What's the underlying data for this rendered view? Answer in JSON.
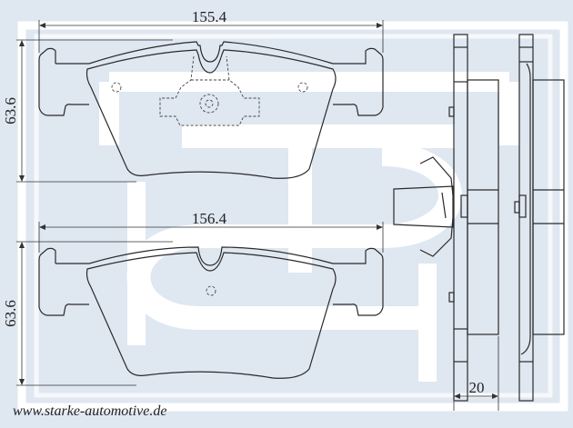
{
  "dimensions": {
    "top_pad_width": "155.4",
    "top_pad_height": "63.6",
    "bottom_pad_width": "156.4",
    "bottom_pad_height": "63.6",
    "thickness": "20"
  },
  "footer": {
    "website": "www.starke-automotive.de"
  },
  "colors": {
    "background": "#dfe7f1",
    "watermark": "#ffffff",
    "line": "#2a2a2a"
  }
}
